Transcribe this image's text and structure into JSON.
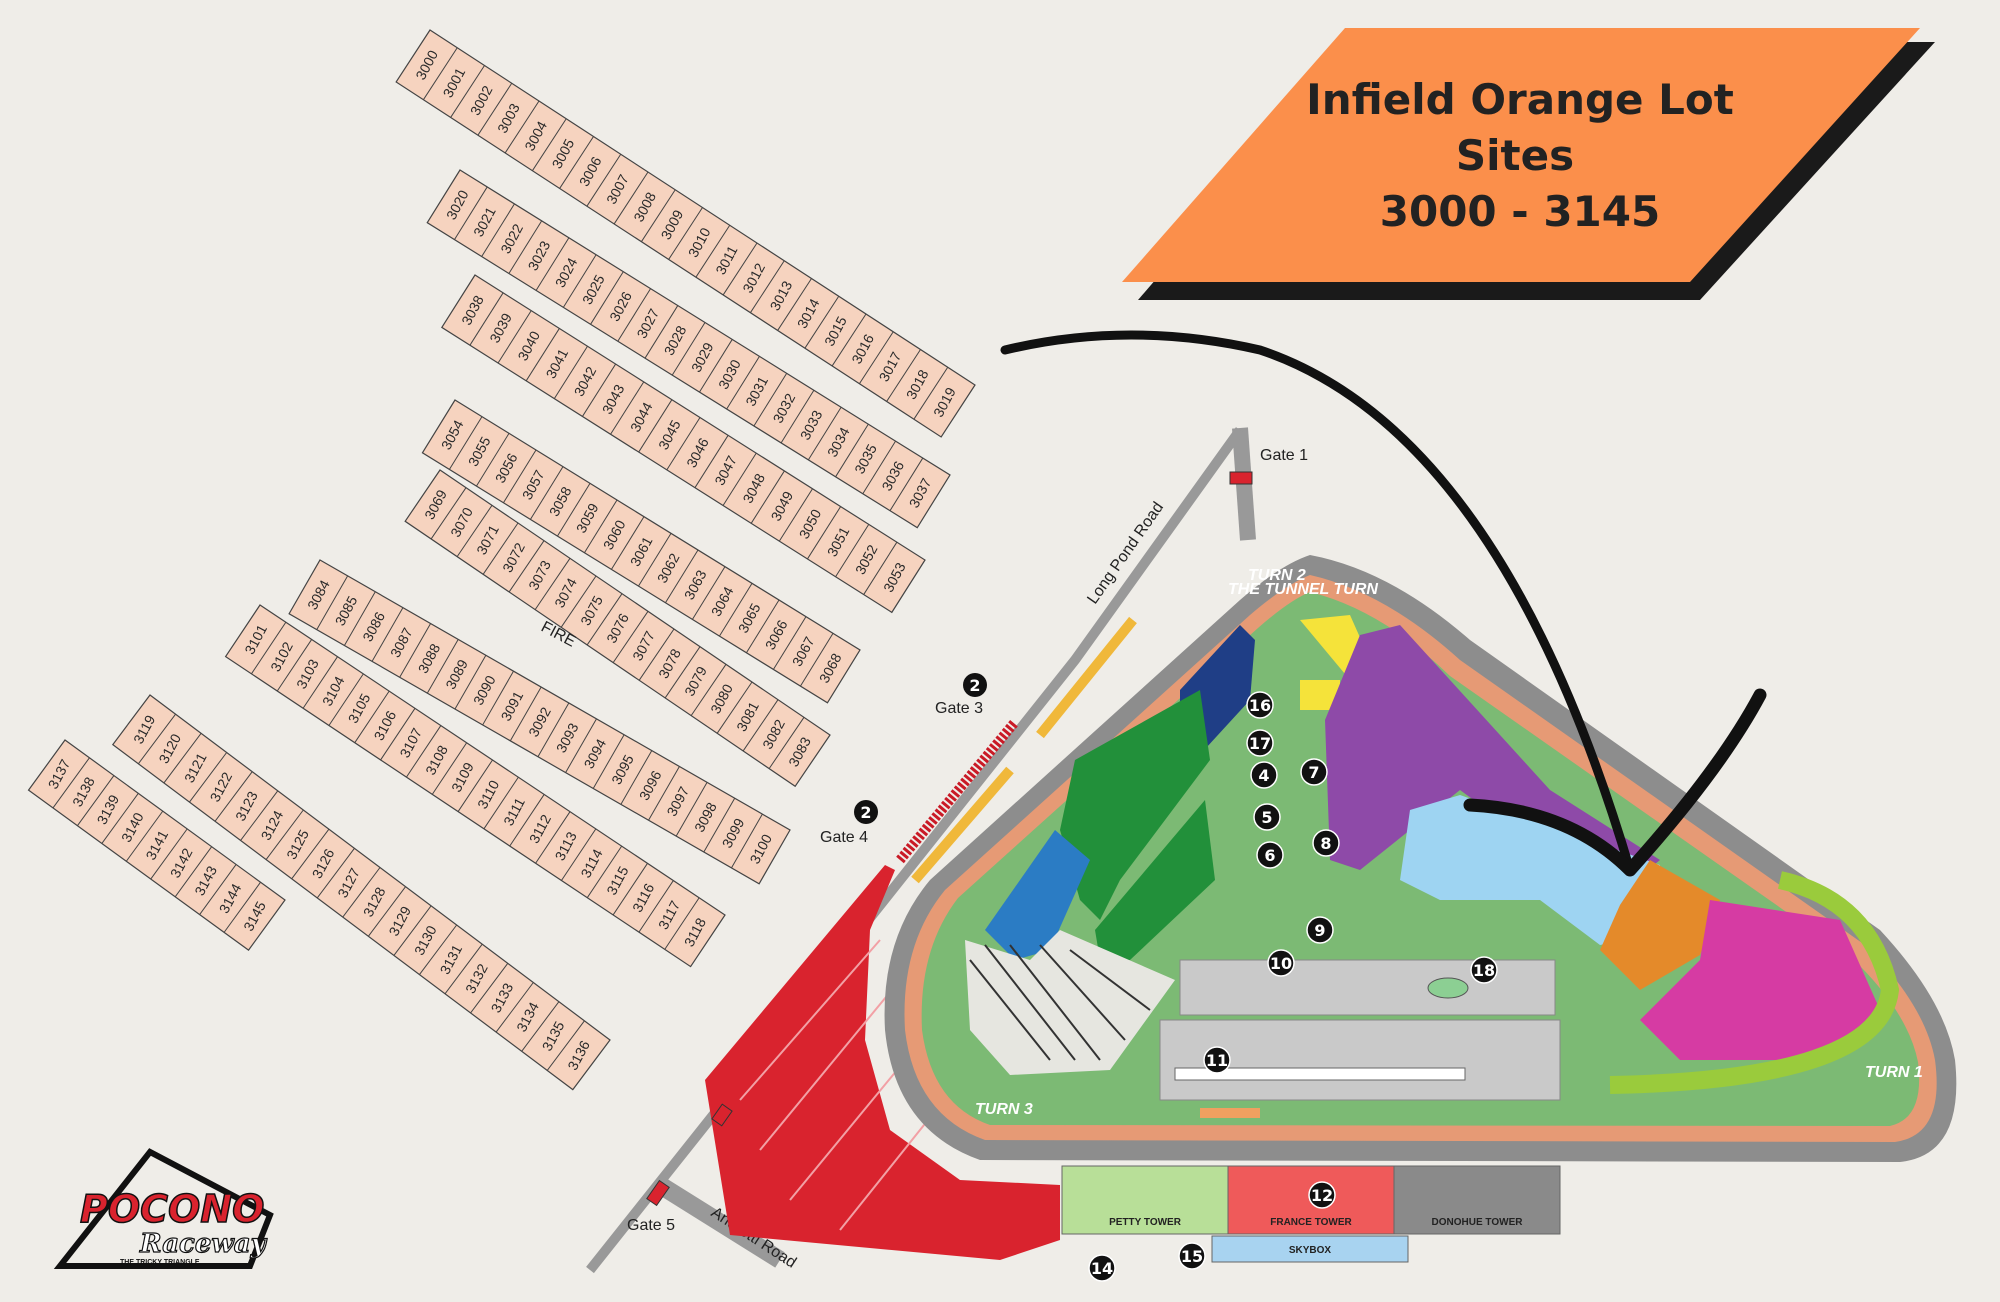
{
  "banner": {
    "line1": "Infield Orange Lot",
    "line2": "Sites",
    "line3": "3000 - 3145",
    "color": "#fb8f4b",
    "shadow": "#1a1a1a"
  },
  "lot_color": "#f6d3bf",
  "fire_label": "FIRE",
  "lot_rows": [
    {
      "numbers": [
        "3000",
        "3001",
        "3002",
        "3003",
        "3004",
        "3005",
        "3006",
        "3007",
        "3008",
        "3009",
        "3010",
        "3011",
        "3012",
        "3013",
        "3014",
        "3015",
        "3016",
        "3017",
        "3018",
        "3019"
      ]
    },
    {
      "numbers": [
        "3020",
        "3021",
        "3022",
        "3023",
        "3024",
        "3025",
        "3026",
        "3027",
        "3028",
        "3029",
        "3030",
        "3031",
        "3032",
        "3033",
        "3034",
        "3035",
        "3036",
        "3037"
      ]
    },
    {
      "numbers": [
        "3038",
        "3039",
        "3040",
        "3041",
        "3042",
        "3043",
        "3044",
        "3045",
        "3046",
        "3047",
        "3048",
        "3049",
        "3050",
        "3051",
        "3052",
        "3053"
      ]
    },
    {
      "numbers": [
        "3054",
        "3055",
        "3056",
        "3057",
        "3058",
        "3059",
        "3060",
        "3061",
        "3062",
        "3063",
        "3064",
        "3065",
        "3066",
        "3067",
        "3068"
      ]
    },
    {
      "numbers": [
        "3069",
        "3070",
        "3071",
        "3072",
        "3073",
        "3074",
        "3075",
        "3076",
        "3077",
        "3078",
        "3079",
        "3080",
        "3081",
        "3082",
        "3083"
      ]
    },
    {
      "numbers": [
        "3084",
        "3085",
        "3086",
        "3087",
        "3088",
        "3089",
        "3090",
        "3091",
        "3092",
        "3093",
        "3094",
        "3095",
        "3096",
        "3097",
        "3098",
        "3099",
        "3100"
      ]
    },
    {
      "numbers": [
        "3101",
        "3102",
        "3103",
        "3104",
        "3105",
        "3106",
        "3107",
        "3108",
        "3109",
        "3110",
        "3111",
        "3112",
        "3113",
        "3114",
        "3115",
        "3116",
        "3117",
        "3118"
      ]
    },
    {
      "numbers": [
        "3119",
        "3120",
        "3121",
        "3122",
        "3123",
        "3124",
        "3125",
        "3126",
        "3127",
        "3128",
        "3129",
        "3130",
        "3131",
        "3132",
        "3133",
        "3134",
        "3135",
        "3136"
      ]
    },
    {
      "numbers": [
        "3137",
        "3138",
        "3139",
        "3140",
        "3141",
        "3142",
        "3143",
        "3144",
        "3145"
      ]
    }
  ],
  "gates": [
    {
      "label": "Gate 1"
    },
    {
      "label": "Gate 3",
      "badge": "2"
    },
    {
      "label": "Gate 4",
      "badge": "2"
    },
    {
      "label": "Gate 5"
    }
  ],
  "roads": [
    "Long Pond Road",
    "Andretti Road"
  ],
  "turns": {
    "turn1": "TURN 1",
    "turn2": "TURN 2",
    "turn2_sub": "THE TUNNEL TURN",
    "turn3": "TURN 3"
  },
  "markers": [
    "16",
    "17",
    "4",
    "5",
    "6",
    "7",
    "8",
    "9",
    "10",
    "18",
    "11",
    "12",
    "15",
    "14"
  ],
  "towers": {
    "petty": "PETTY TOWER",
    "france": "FRANCE TOWER",
    "donohue": "DONOHUE TOWER",
    "skybox": "SKYBOX"
  },
  "logo": {
    "brand": "POCONO",
    "script": "Raceway",
    "tagline": "THE TRICKY TRIANGLE"
  },
  "colors": {
    "infield_green": "#7cba74",
    "track_gray": "#8d8d8d",
    "red_lot": "#d9232e",
    "purple_lot": "#8e4aa8",
    "light_blue_lot": "#9ed4f2",
    "orange_lot": "#e48a2a",
    "magenta_lot": "#d63ba3",
    "lime_lot": "#9acb3c",
    "dark_green_lot": "#22903a",
    "blue_lot": "#2b7cc4",
    "navy_lot": "#1f3e86",
    "yellow_lot": "#f5e33a"
  }
}
